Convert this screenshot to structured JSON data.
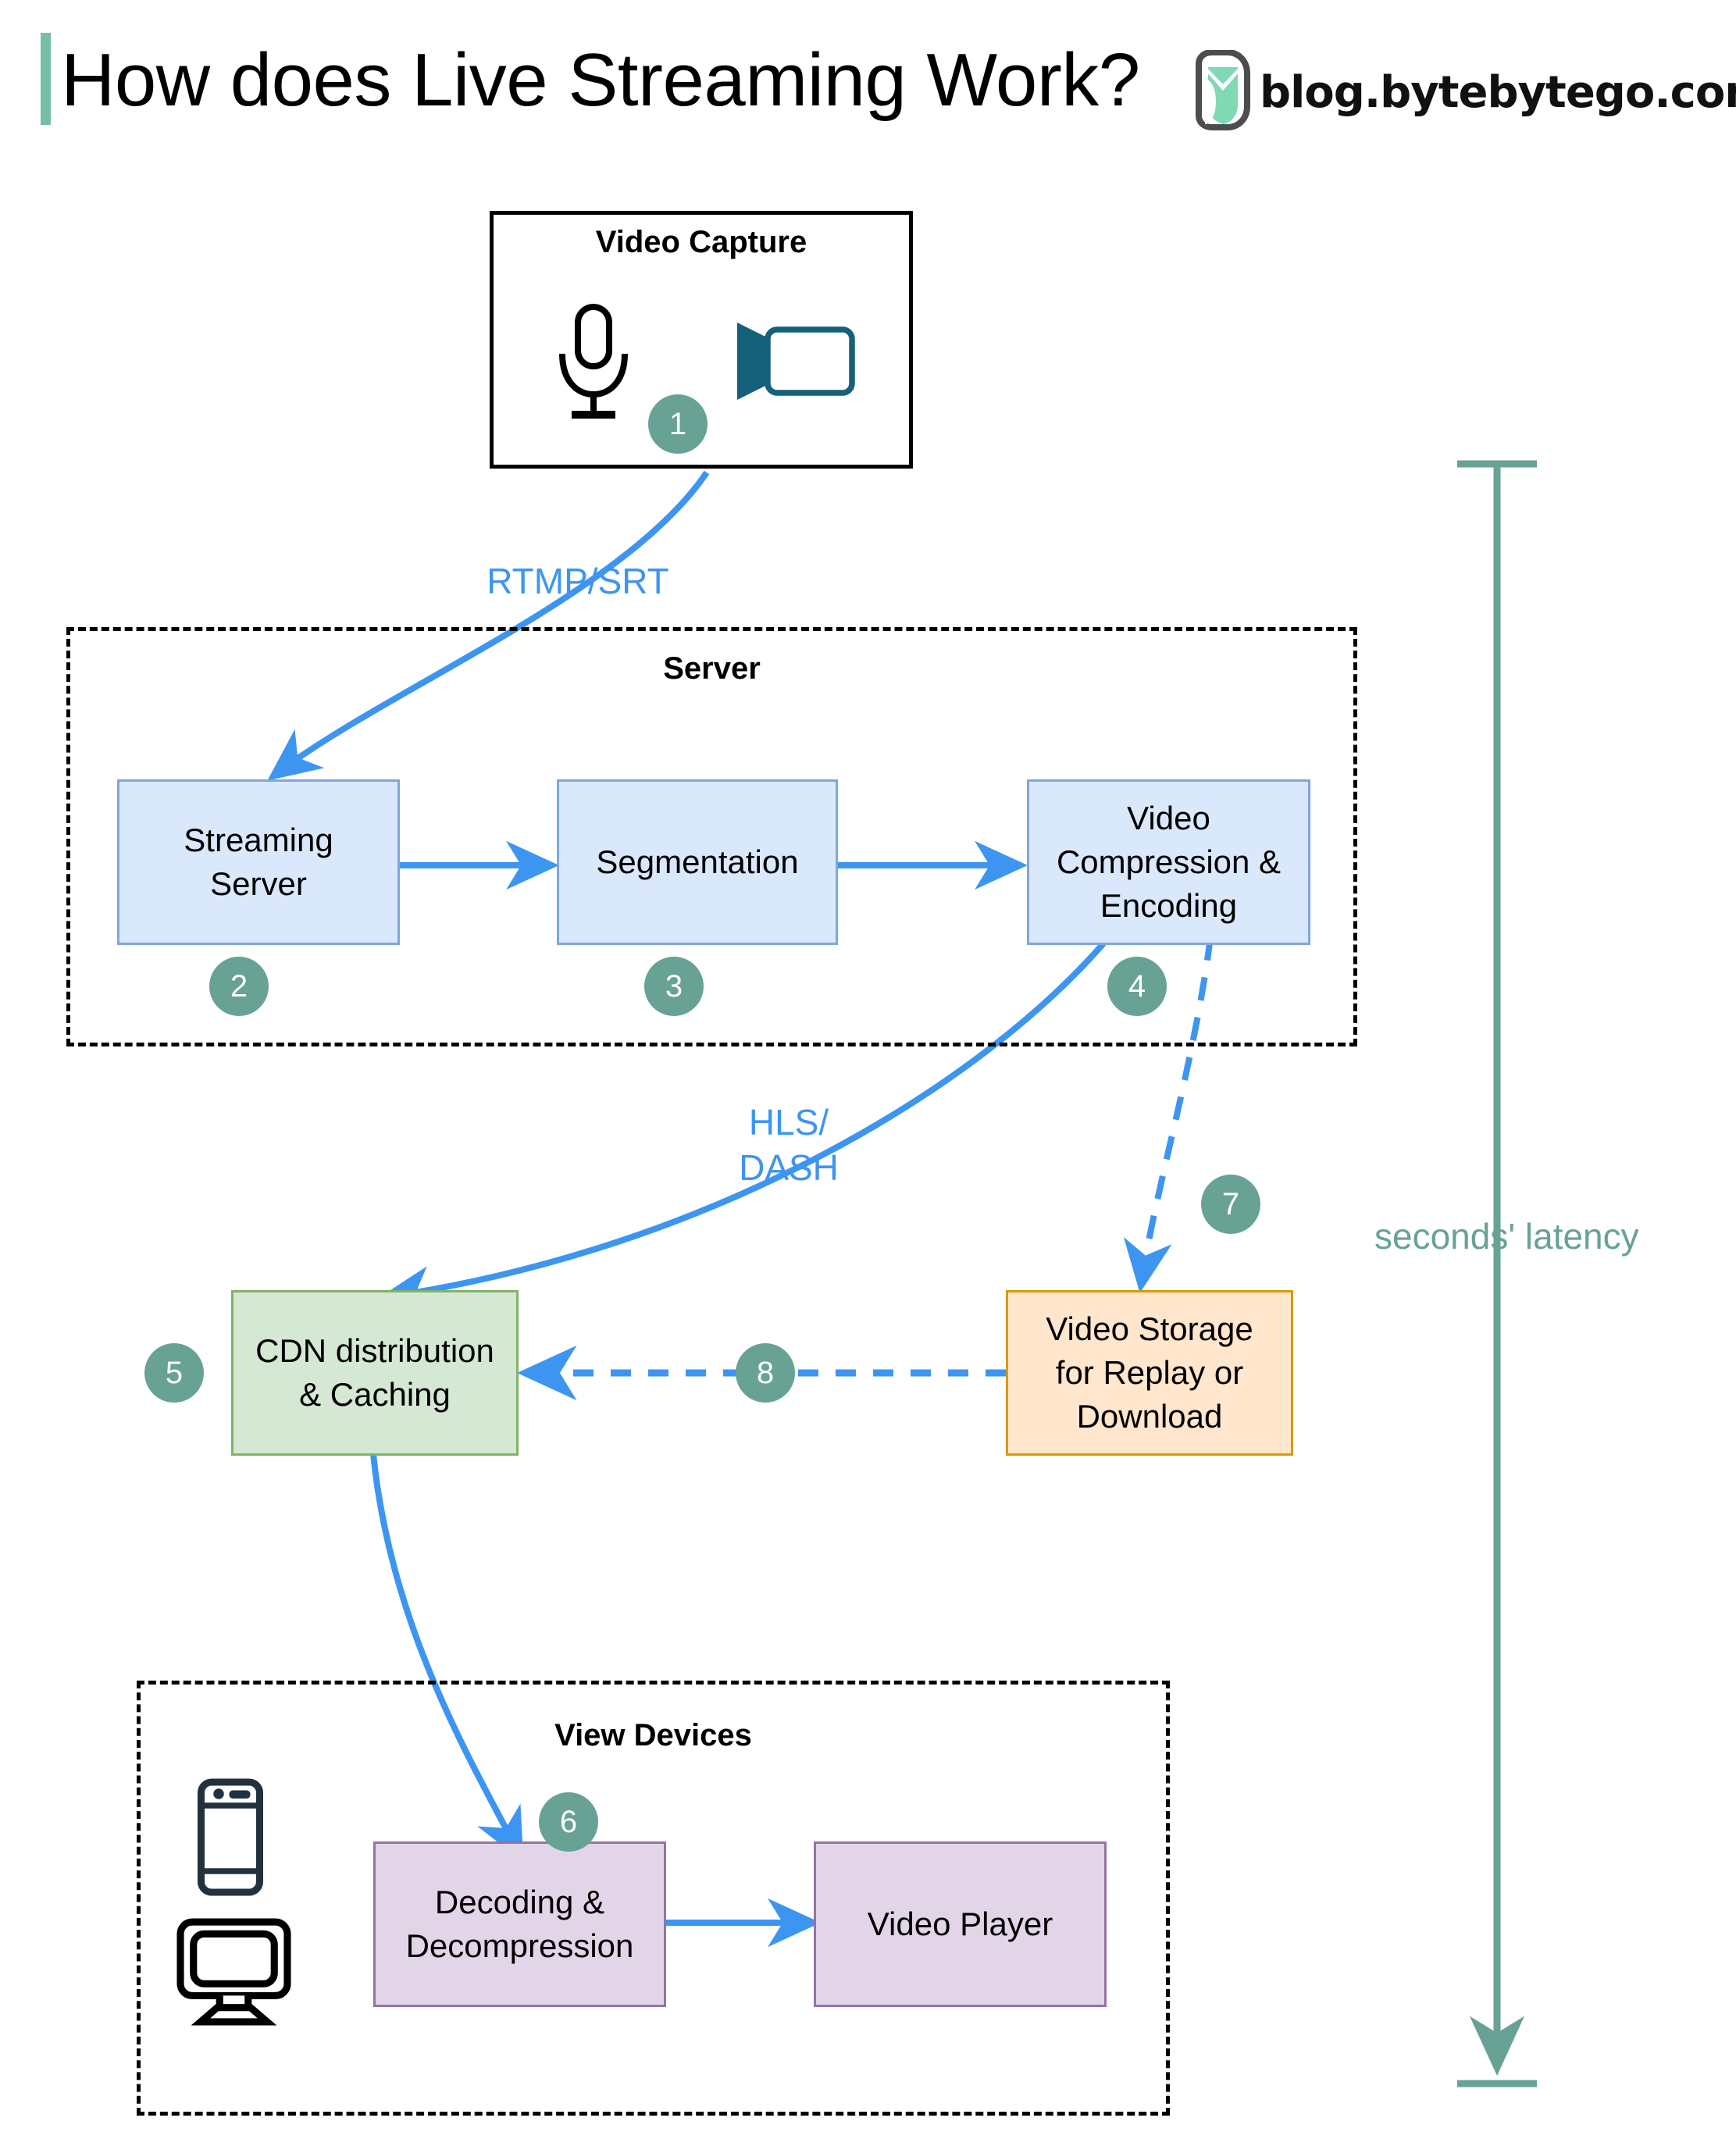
{
  "header": {
    "title": "How does Live Streaming Work?",
    "brand_text": "blog.bytebytego.com",
    "accent_color": "#77bfa3",
    "logo_name": "bytebytego-logo"
  },
  "colors": {
    "accent_teal": "#67a295",
    "arrow_blue": "#3d95f2",
    "blue_fill": "#dae8fc",
    "blue_stroke": "#7ea6e0",
    "green_fill": "#d5e8d4",
    "green_stroke": "#82b366",
    "orange_fill": "#ffe6cc",
    "orange_stroke": "#d79b00",
    "purple_fill": "#e1d5e7",
    "purple_stroke": "#9673a6"
  },
  "groups": {
    "capture": {
      "title": "Video Capture"
    },
    "server": {
      "title": "Server"
    },
    "view_devices": {
      "title": "View Devices"
    }
  },
  "nodes": {
    "streaming_server": {
      "label": "Streaming\nServer",
      "step": "2"
    },
    "segmentation": {
      "label": "Segmentation",
      "step": "3"
    },
    "video_compression": {
      "label": "Video\nCompression &\nEncoding",
      "step": "4"
    },
    "cdn": {
      "label": "CDN distribution\n& Caching",
      "step": "5"
    },
    "video_storage": {
      "label": "Video Storage\nfor Replay or\nDownload"
    },
    "decoding": {
      "label": "Decoding &\nDecompression",
      "step": "6"
    },
    "video_player": {
      "label": "Video Player"
    }
  },
  "steps": {
    "capture": "1",
    "streaming_server": "2",
    "segmentation": "3",
    "compression": "4",
    "cdn": "5",
    "decoding": "6",
    "storage": "7",
    "storage_to_cdn": "8"
  },
  "edge_labels": {
    "rtmp_srt": "RTMP/SRT",
    "hls_dash": "HLS/\nDASH"
  },
  "annotations": {
    "latency": "seconds' latency"
  },
  "icons": {
    "microphone": "microphone-icon",
    "camcorder": "camcorder-icon",
    "mobile_phone": "mobile-phone-icon",
    "desktop_monitor": "desktop-monitor-icon"
  }
}
